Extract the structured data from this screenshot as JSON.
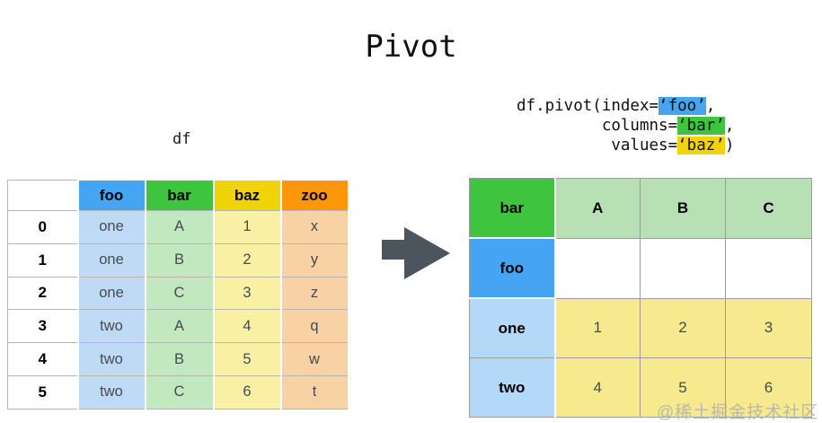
{
  "title": "Pivot",
  "df_label": "df",
  "code": {
    "line1_pre": "df.pivot(index=",
    "line1_hl": "‘foo’",
    "line1_post": ",",
    "line2_pre": "         columns=",
    "line2_hl": "‘bar’",
    "line2_post": ",",
    "line3_pre": "          values=",
    "line3_hl": "‘baz’",
    "line3_post": ")"
  },
  "left_table": {
    "columns": [
      "foo",
      "bar",
      "baz",
      "zoo"
    ],
    "index": [
      "0",
      "1",
      "2",
      "3",
      "4",
      "5"
    ],
    "rows": [
      [
        "one",
        "A",
        "1",
        "x"
      ],
      [
        "one",
        "B",
        "2",
        "y"
      ],
      [
        "one",
        "C",
        "3",
        "z"
      ],
      [
        "two",
        "A",
        "4",
        "q"
      ],
      [
        "two",
        "B",
        "5",
        "w"
      ],
      [
        "two",
        "C",
        "6",
        "t"
      ]
    ]
  },
  "right_table": {
    "corner": "bar",
    "index_header": "foo",
    "columns": [
      "A",
      "B",
      "C"
    ],
    "row_labels": [
      "one",
      "two"
    ],
    "values": [
      [
        "1",
        "2",
        "3"
      ],
      [
        "4",
        "5",
        "6"
      ]
    ]
  },
  "watermark": "@稀土掘金技术社区",
  "colors": {
    "header_blue": "#45a5f2",
    "header_green": "#3ec43e",
    "header_yellow": "#f0d309",
    "header_orange": "#fb9708",
    "light_blue": "#bfdaf5",
    "light_green": "#c2e8c0",
    "light_yellow": "#faf0a4",
    "light_orange": "#f8d1a4",
    "pivot_header_green": "#b7e0b4",
    "pivot_label_blue": "#b4d8f7",
    "pivot_value_yellow": "#f6e98e",
    "arrow_gray": "#4c545d"
  }
}
